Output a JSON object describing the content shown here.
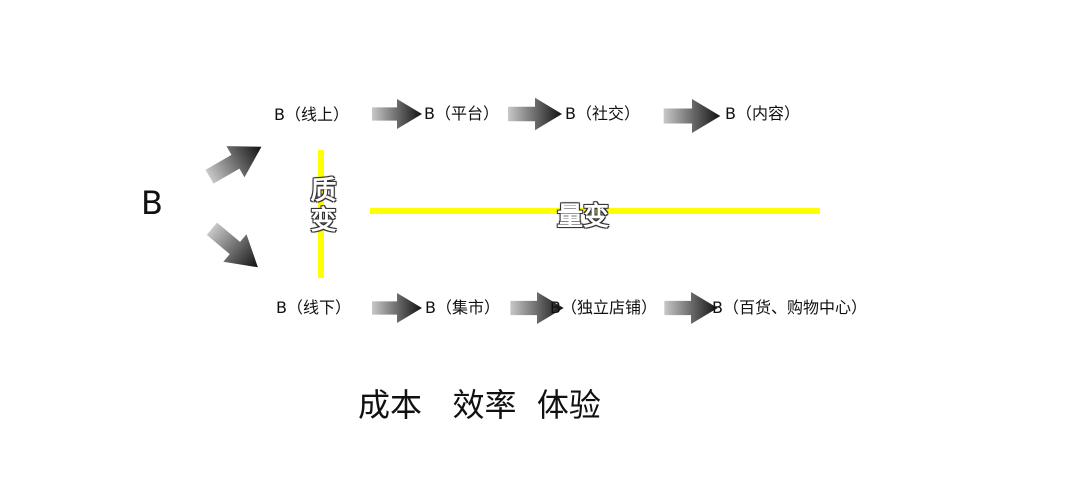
{
  "root": "B",
  "online_row": [
    "B（线上）",
    "B（平台）",
    "B（社交）",
    "B（内容）"
  ],
  "offline_row": [
    "B（线下）",
    "B（集市）",
    "B（独立店铺）",
    "B（百货、购物中心）"
  ],
  "qualitative_label": "质变",
  "quantitative_label": "量变",
  "bottom_text": "成本   效率  体验",
  "colors": {
    "line": "#ffff00",
    "arrow_dark": "#111111",
    "arrow_light": "#bbbbbb"
  }
}
